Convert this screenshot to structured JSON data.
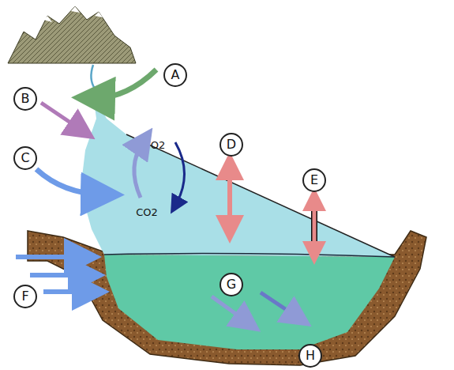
{
  "diagram": {
    "nodes": [
      {
        "text": [
          "A"
        ]
      },
      {
        "text": [
          "B"
        ]
      },
      {
        "text": [
          "C"
        ]
      },
      {
        "text": [
          "D"
        ]
      },
      {
        "text": [
          "E"
        ]
      },
      {
        "text": [
          "F"
        ]
      },
      {
        "text": [
          "G"
        ]
      },
      {
        "text": [
          "H"
        ]
      }
    ],
    "labels": [
      "O2",
      "CO2"
    ]
  }
}
